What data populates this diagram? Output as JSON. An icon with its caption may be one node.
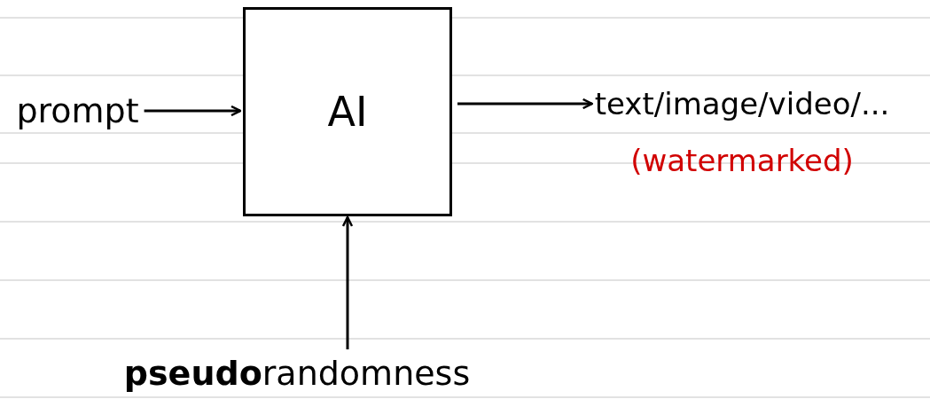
{
  "diagram": {
    "nodes": [
      {
        "text": [
          "prompt"
        ]
      },
      {
        "text": [
          "AI"
        ]
      },
      {
        "text": [
          "text/image/video/..."
        ],
        "beside": [
          "(watermarked)"
        ]
      },
      {
        "text": [
          "**pseudo**randomness"
        ]
      }
    ],
    "edges": [
      {
        "from": 0,
        "to": 1,
        "arrow": "to"
      },
      {
        "from": 1,
        "to": 2,
        "arrow": "to"
      },
      {
        "from": 3,
        "to": 1,
        "arrow": "to"
      }
    ]
  }
}
